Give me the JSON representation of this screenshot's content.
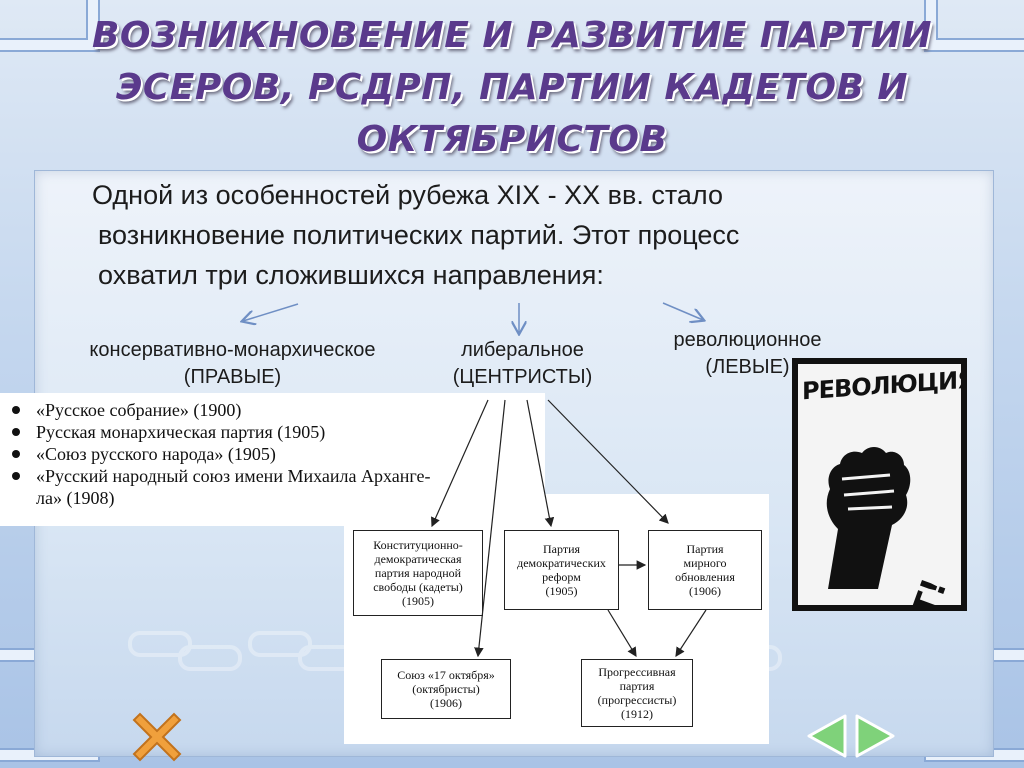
{
  "title": "ВОЗНИКНОВЕНИЕ И РАЗВИТИЕ ПАРТИИ ЭСЕРОВ, РСДРП, ПАРТИИ КАДЕТОВ И ОКТЯБРИСТОВ",
  "title_lines": [
    "ВОЗНИКНОВЕНИЕ И РАЗВИТИЕ ПАРТИИ",
    "ЭСЕРОВ, РСДРП, ПАРТИИ КАДЕТОВ И",
    "ОКТЯБРИСТОВ"
  ],
  "intro_lines": [
    "Одной из особенностей рубежа XIX - XX вв. стало",
    "возникновение политических партий. Этот процесс",
    "охватил три сложившихся направления:"
  ],
  "directions": {
    "conservative": {
      "name": "консервативно-монархическое",
      "tag": "(ПРАВЫЕ)"
    },
    "liberal": {
      "name": "либеральное",
      "tag": "(ЦЕНТРИСТЫ)"
    },
    "revolutionary": {
      "name": "революционное",
      "tag": "(ЛЕВЫЕ)"
    }
  },
  "monarchist_parties": [
    "«Русское собрание» (1900)",
    "Русская монархическая партия (1905)",
    "«Союз русского народа» (1905)",
    "«Русский народный союз имени Михаила Арханге-",
    "ла» (1908)"
  ],
  "poster": {
    "top_text": "РЕВОЛЮЦИЯ",
    "bottom_text": "БУДЕТ!"
  },
  "liberal_parties": {
    "kadets": [
      "Конституционно-",
      "демократическая",
      "партия народной",
      "свободы (кадеты)",
      "(1905)"
    ],
    "democratic_reforms": [
      "Партия",
      "демократических",
      "реформ",
      "(1905)"
    ],
    "peaceful_renewal": [
      "Партия",
      "мирного",
      "обновления",
      "(1906)"
    ],
    "octobrists": [
      "Союз «17 октября»",
      "(октябристы)",
      "(1906)"
    ],
    "progressives": [
      "Прогрессивная",
      "партия",
      "(прогрессисты)",
      "(1912)"
    ]
  },
  "colors": {
    "title": "#5a3a8c",
    "arrow": "#6f8fc4",
    "nav_x": "#f0a03c",
    "nav_arrow": "#7fd27a"
  },
  "icons": [
    "close-icon",
    "arrow-left-icon",
    "arrow-right-icon"
  ]
}
